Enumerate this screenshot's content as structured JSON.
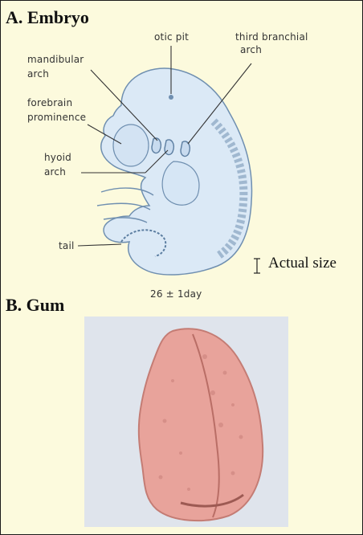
{
  "sections": {
    "embryo_title": "A. Embryo",
    "gum_title": "B. Gum"
  },
  "labels": {
    "otic_pit": "otic pit",
    "third_branchial_1": "third branchial",
    "third_branchial_2": "arch",
    "mandibular_1": "mandibular",
    "mandibular_2": "arch",
    "forebrain_1": "forebrain",
    "forebrain_2": "prominence",
    "hyoid_1": "hyoid",
    "hyoid_2": "arch",
    "tail": "tail",
    "age": "26 ± 1day"
  },
  "scale": {
    "text": "Actual size"
  },
  "colors": {
    "background": "#fcfadd",
    "embryo_fill": "#dbe9f6",
    "embryo_outline": "#6f8fb0",
    "gum_backdrop": "#dfe4ec",
    "gum_fill": "#e8a39b"
  }
}
